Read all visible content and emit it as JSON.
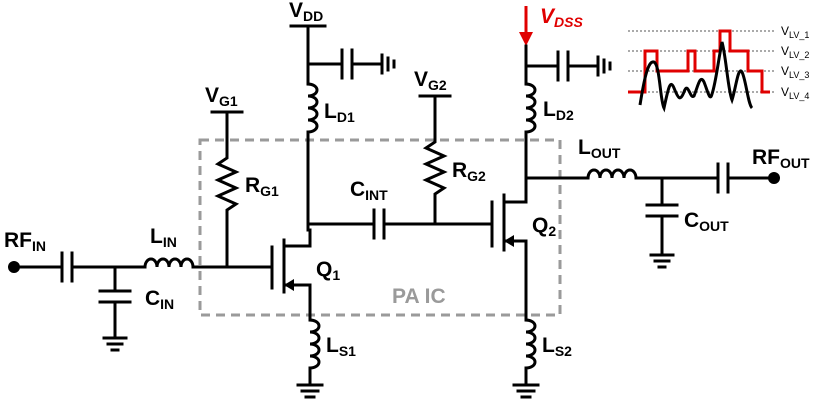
{
  "labels": {
    "vdd": {
      "main": "V",
      "sub": "DD"
    },
    "vdss": {
      "main": "V",
      "sub": "DSS"
    },
    "vg1": {
      "main": "V",
      "sub": "G1"
    },
    "vg2": {
      "main": "V",
      "sub": "G2"
    },
    "ld1": {
      "main": "L",
      "sub": "D1"
    },
    "ld2": {
      "main": "L",
      "sub": "D2"
    },
    "rg1": {
      "main": "R",
      "sub": "G1"
    },
    "rg2": {
      "main": "R",
      "sub": "G2"
    },
    "cint": {
      "main": "C",
      "sub": "INT"
    },
    "lout": {
      "main": "L",
      "sub": "OUT"
    },
    "rfout": {
      "main": "RF",
      "sub": "OUT"
    },
    "cout": {
      "main": "C",
      "sub": "OUT"
    },
    "rfin": {
      "main": "RF",
      "sub": "IN"
    },
    "lin": {
      "main": "L",
      "sub": "IN"
    },
    "cin": {
      "main": "C",
      "sub": "IN"
    },
    "q1": {
      "main": "Q",
      "sub": "1"
    },
    "q2": {
      "main": "Q",
      "sub": "2"
    },
    "ls1": {
      "main": "L",
      "sub": "S1"
    },
    "ls2": {
      "main": "L",
      "sub": "S2"
    },
    "pa_ic": "PA IC"
  },
  "waveform_levels": [
    {
      "main": "V",
      "sub": "LV_1"
    },
    {
      "main": "V",
      "sub": "LV_2"
    },
    {
      "main": "V",
      "sub": "LV_3"
    },
    {
      "main": "V",
      "sub": "LV_4"
    }
  ],
  "colors": {
    "accent": "#e00000",
    "box": "#9a9a9a",
    "wire": "#000000"
  }
}
